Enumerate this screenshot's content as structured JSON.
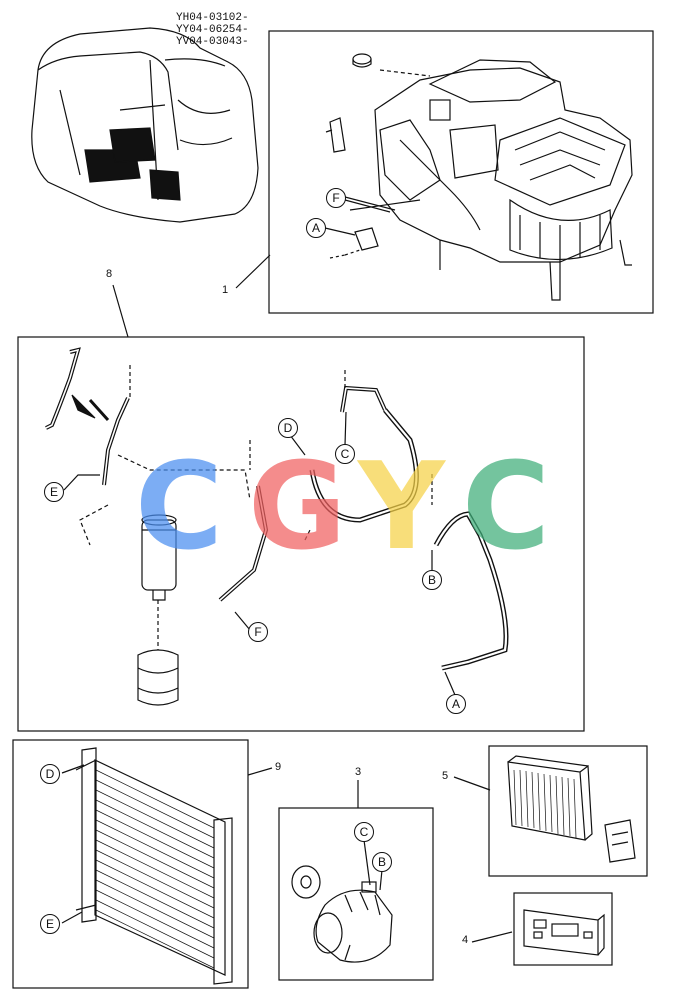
{
  "serials": [
    "YH04-03102-",
    "YY04-06254-",
    "YV04-03043-"
  ],
  "item_numbers": {
    "n1": "1",
    "n3": "3",
    "n4": "4",
    "n5": "5",
    "n8": "8",
    "n9": "9"
  },
  "callouts": {
    "A": "A",
    "B": "B",
    "C": "C",
    "D": "D",
    "E": "E",
    "F": "F"
  },
  "watermark": {
    "c1": "C",
    "g": "G",
    "y": "Y",
    "c2": "C"
  },
  "colors": {
    "wm_blue": "#4a8ef0",
    "wm_red": "#f06060",
    "wm_yellow": "#f6d247",
    "wm_green": "#3fae7a"
  }
}
